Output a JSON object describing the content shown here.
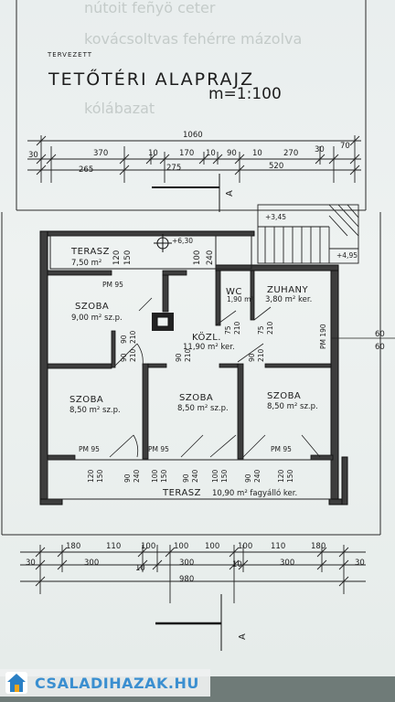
{
  "header": {
    "status": "TERVEZETT",
    "title": "TETŐTÉRI ALAPRAJZ",
    "scale": "m=1:100"
  },
  "ghost_text": [
    "nútoit feñyö ceter",
    "kovácsoltvas fehérre mázolva",
    "kólábazat"
  ],
  "dimensions": {
    "top_total": "1060",
    "top_row": [
      "30",
      "370",
      "10",
      "170",
      "10",
      "90",
      "10",
      "270",
      "30",
      "70"
    ],
    "top_sub": [
      "265",
      "275",
      "520"
    ],
    "bottom_row": [
      "180",
      "110",
      "100",
      "100",
      "100",
      "100",
      "110",
      "180"
    ],
    "bottom_sub": [
      "30",
      "300",
      "10",
      "300",
      "10",
      "300",
      "30"
    ],
    "bottom_total": "980"
  },
  "levels": {
    "top": "+6,30",
    "stair": "+3,45",
    "stair_down": "+4,95"
  },
  "rooms": [
    {
      "name": "TERASZ",
      "area": "7,50 m²"
    },
    {
      "name": "SZOBA",
      "area": "9,00 m² sz.p."
    },
    {
      "name": "WC",
      "area": "1,90 m²"
    },
    {
      "name": "ZUHANY",
      "area": "3,80 m² ker."
    },
    {
      "name": "KÖZL.",
      "area": "11,90 m² ker."
    },
    {
      "name": "SZOBA",
      "area": "8,50 m² sz.p."
    },
    {
      "name": "SZOBA",
      "area": "8,50 m² sz.p."
    },
    {
      "name": "SZOBA",
      "area": "8,50 m² sz.p."
    },
    {
      "name": "TERASZ",
      "area": "10,90 m² fagyálló ker."
    }
  ],
  "labels": {
    "pm95": "PM 95",
    "pm190": "PM 190",
    "v60": "60",
    "d100": "100",
    "d240": "240",
    "d120": "120",
    "d150": "150",
    "d90": "90",
    "d210": "210",
    "d75": "75",
    "section": "A"
  },
  "brand": {
    "name": "CSALADIHAZAK.HU",
    "colors": {
      "text": "#3b8fd0",
      "logo_a": "#2a7fc4",
      "logo_b": "#f2a51a"
    }
  }
}
